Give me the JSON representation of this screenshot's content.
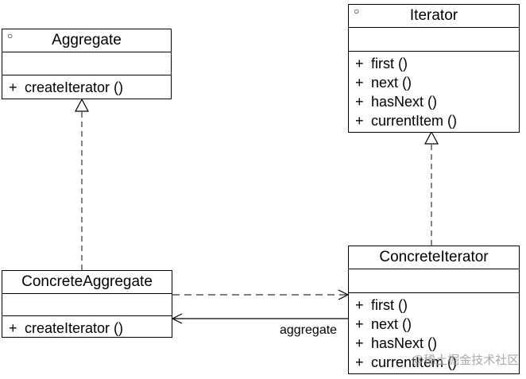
{
  "classes": {
    "aggregate": {
      "name": "Aggregate",
      "interface_mark": "○",
      "operations": [
        {
          "vis": "+",
          "text": "createIterator ()"
        }
      ]
    },
    "iterator": {
      "name": "Iterator",
      "interface_mark": "○",
      "operations": [
        {
          "vis": "+",
          "text": "first ()"
        },
        {
          "vis": "+",
          "text": "next ()"
        },
        {
          "vis": "+",
          "text": "hasNext ()"
        },
        {
          "vis": "+",
          "text": "currentItem ()"
        }
      ]
    },
    "concrete_aggregate": {
      "name": "ConcreteAggregate",
      "operations": [
        {
          "vis": "+",
          "text": "createIterator ()"
        }
      ]
    },
    "concrete_iterator": {
      "name": "ConcreteIterator",
      "operations": [
        {
          "vis": "+",
          "text": "first ()"
        },
        {
          "vis": "+",
          "text": "next ()"
        },
        {
          "vis": "+",
          "text": "hasNext ()"
        },
        {
          "vis": "+",
          "text": "currentItem ()"
        }
      ]
    }
  },
  "relations": {
    "association_label": "aggregate"
  },
  "watermark": "@稀土掘金技术社区"
}
